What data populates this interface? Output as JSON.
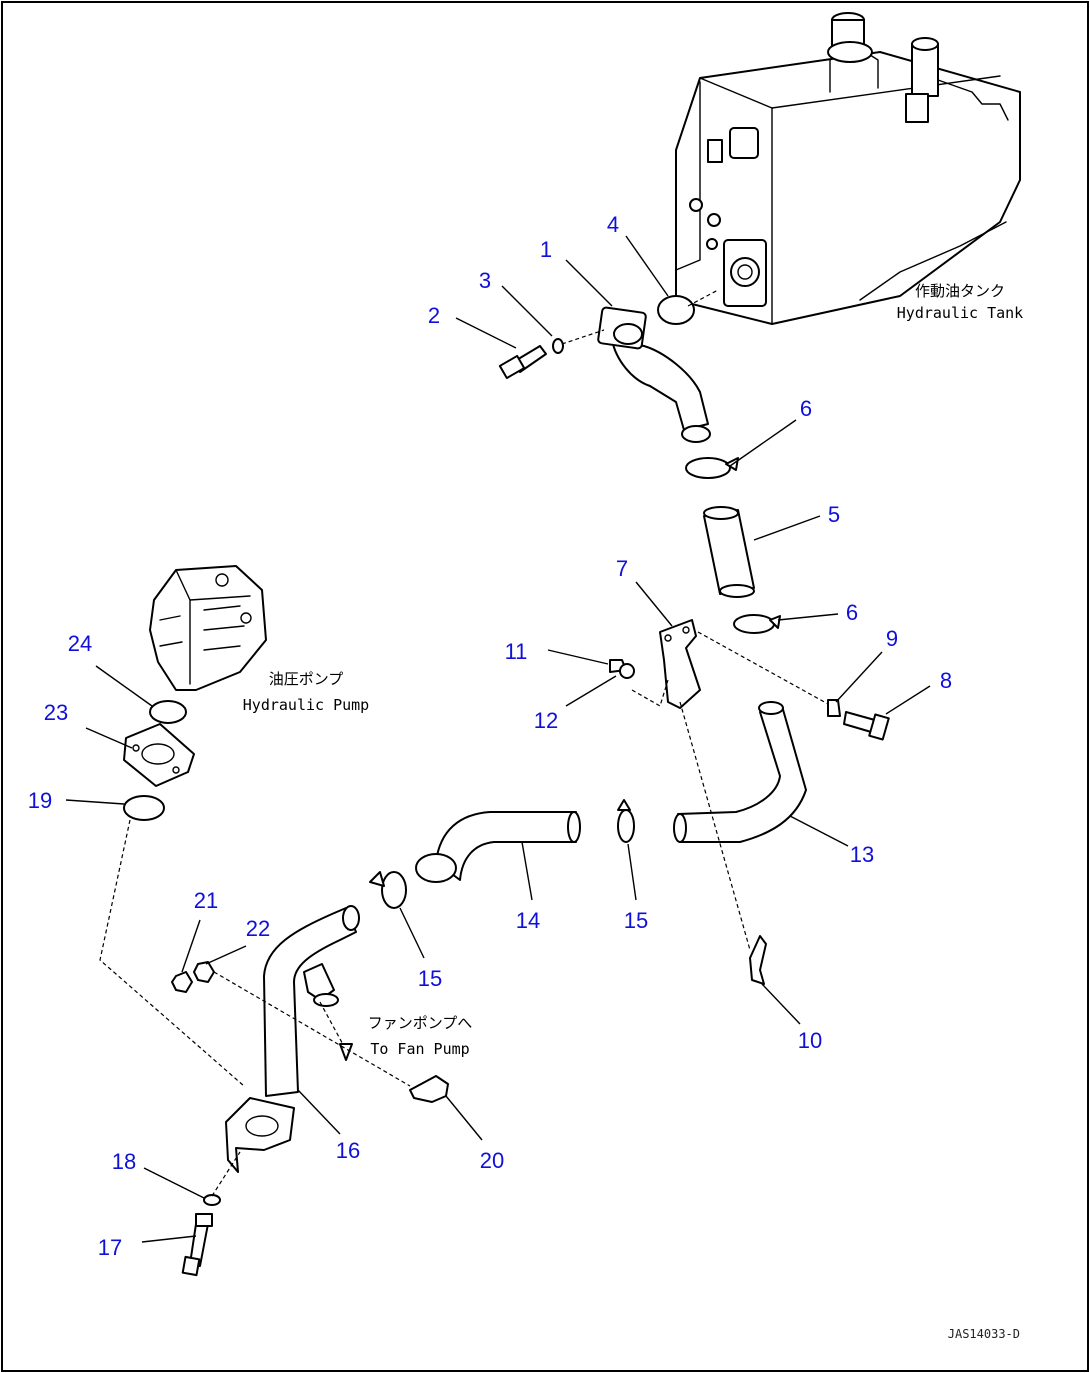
{
  "notes": {
    "tank_jp": "作動油タンク",
    "tank_en": "Hydraulic Tank",
    "pump_jp": "油圧ポンプ",
    "pump_en": "Hydraulic Pump",
    "fan_jp": "ファンポンプへ",
    "fan_en": "To Fan Pump"
  },
  "drawing_code": "JAS14033-D",
  "callouts": {
    "c1": "1",
    "c2": "2",
    "c3": "3",
    "c4": "4",
    "c5": "5",
    "c6a": "6",
    "c6b": "6",
    "c7": "7",
    "c8": "8",
    "c9": "9",
    "c10": "10",
    "c11": "11",
    "c12": "12",
    "c13": "13",
    "c14": "14",
    "c15a": "15",
    "c15b": "15",
    "c16": "16",
    "c17": "17",
    "c18": "18",
    "c19": "19",
    "c20": "20",
    "c21": "21",
    "c22": "22",
    "c23": "23",
    "c24": "24"
  },
  "colors": {
    "callout": "#1010d8",
    "line": "#000000"
  }
}
